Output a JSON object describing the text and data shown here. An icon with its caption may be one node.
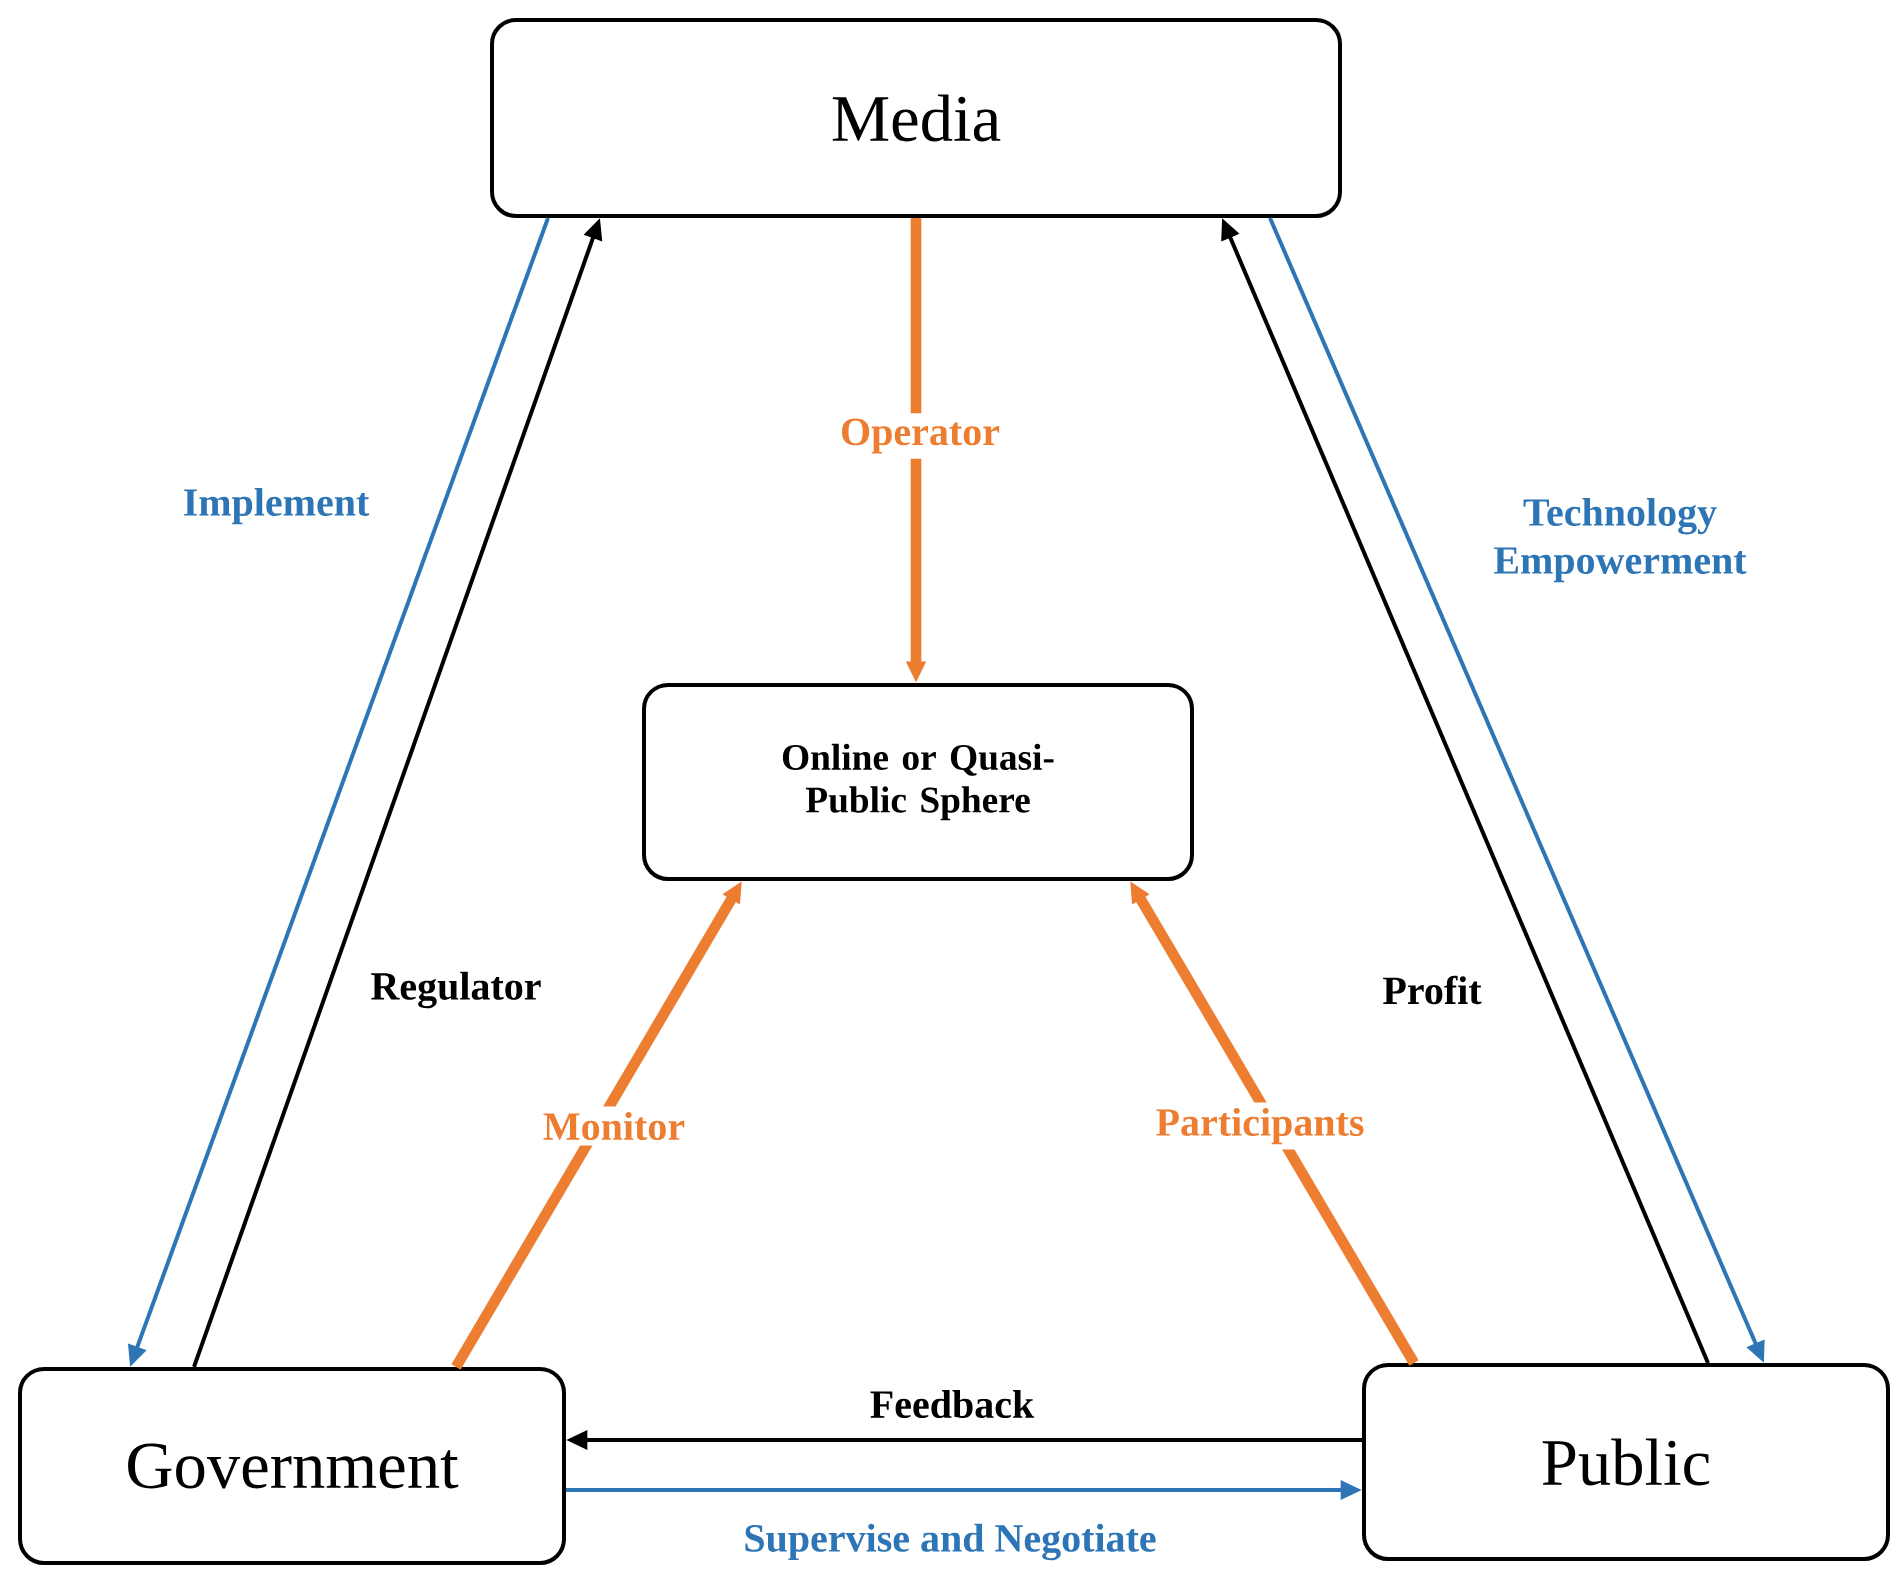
{
  "diagram": {
    "nodes": [
      {
        "text": [
          "Media"
        ]
      },
      {
        "text": [
          "Online or Quasi-Public Sphere"
        ]
      },
      {
        "text": [
          "Government"
        ]
      },
      {
        "text": [
          "Public"
        ]
      }
    ],
    "edges": [
      {
        "from": 0,
        "to": 1,
        "arrow": "to",
        "label": "Operator",
        "style": "thick",
        "color": "#ed7d31"
      },
      {
        "from": 2,
        "to": 1,
        "arrow": "to",
        "label": "Monitor",
        "style": "thick",
        "color": "#ed7d31"
      },
      {
        "from": 3,
        "to": 1,
        "arrow": "to",
        "label": "Participants",
        "style": "thick",
        "color": "#ed7d31"
      },
      {
        "from": 0,
        "to": 2,
        "arrow": "to",
        "label": "Implement",
        "color": "#2e75b6"
      },
      {
        "from": 2,
        "to": 0,
        "arrow": "to",
        "label": "Regulator",
        "color": "#000000"
      },
      {
        "from": 3,
        "to": 0,
        "arrow": "to",
        "label": "Profit",
        "color": "#000000"
      },
      {
        "from": 0,
        "to": 3,
        "arrow": "to",
        "label": "Technology Empowerment",
        "color": "#2e75b6"
      },
      {
        "from": 3,
        "to": 2,
        "arrow": "to",
        "label": "Feedback",
        "color": "#000000"
      },
      {
        "from": 2,
        "to": 3,
        "arrow": "to",
        "label": "Supervise and Negotiate",
        "color": "#2e75b6"
      }
    ]
  }
}
